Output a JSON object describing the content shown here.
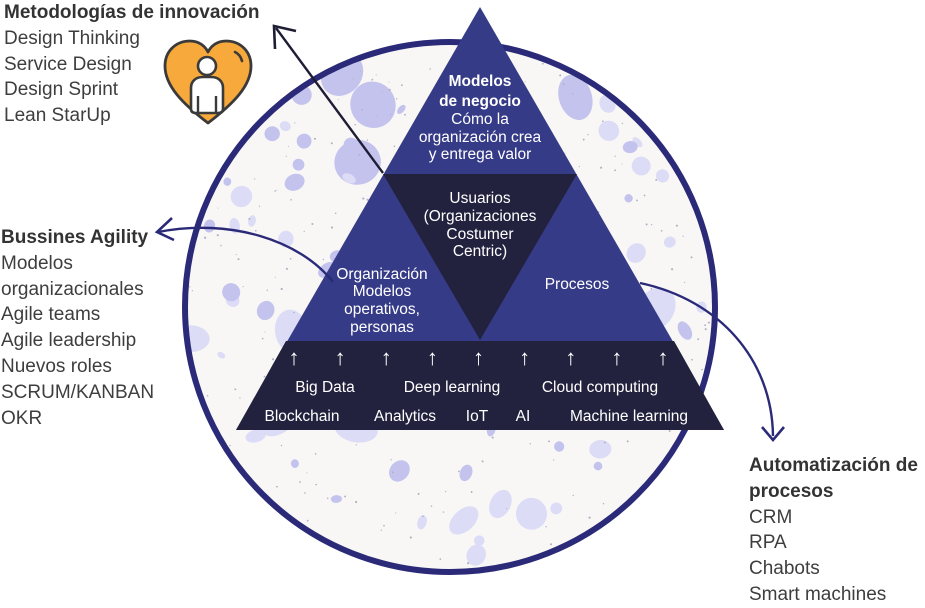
{
  "colors": {
    "circle_stroke": "#2b2a78",
    "circle_fill": "#f8f7f5",
    "speck_light": "#dcdcf7",
    "speck_mid": "#c3c3ee",
    "triangle_blue": "#363b87",
    "triangle_dark": "#22223f",
    "arrow_dark": "#1e1d35",
    "heart_fill": "#f7a93b",
    "heart_stroke": "#3a3a3a",
    "text_dark": "#3e3e3e",
    "text_white": "#ffffff"
  },
  "left_top_block": {
    "title": "Metodologías de innovación",
    "items": [
      "Design Thinking",
      "Service Design",
      "Design Sprint",
      "Lean StarUp"
    ],
    "icon": "heart-person-icon"
  },
  "left_middle_block": {
    "title": "Bussines Agility",
    "items": [
      "Modelos",
      "organizacionales",
      "Agile teams",
      "Agile leadership",
      "Nuevos roles",
      "SCRUM/KANBAN",
      "OKR"
    ]
  },
  "right_bottom_block": {
    "title_lines": [
      "Automatización de",
      "procesos"
    ],
    "items": [
      "CRM",
      "RPA",
      "Chabots",
      "Smart machines"
    ]
  },
  "pyramid": {
    "top": {
      "title_lines": [
        "Modelos",
        "de negocio"
      ],
      "body_lines": [
        "Cómo la",
        "organización crea",
        "y entrega valor"
      ]
    },
    "center": {
      "lines": [
        "Usuarios",
        "(Organizaciones",
        "Costumer",
        "Centric)"
      ]
    },
    "left": {
      "lines": [
        "Organización",
        "Modelos",
        "operativos,",
        "personas"
      ]
    },
    "right": {
      "lines": [
        "Procesos"
      ]
    },
    "base": {
      "arrow_glyph": "↑",
      "arrow_count": 9,
      "row1": [
        "Big Data",
        "Deep learning",
        "Cloud computing"
      ],
      "row2": [
        "Blockchain",
        "Analytics",
        "IoT",
        "AI",
        "Machine learning"
      ]
    }
  }
}
